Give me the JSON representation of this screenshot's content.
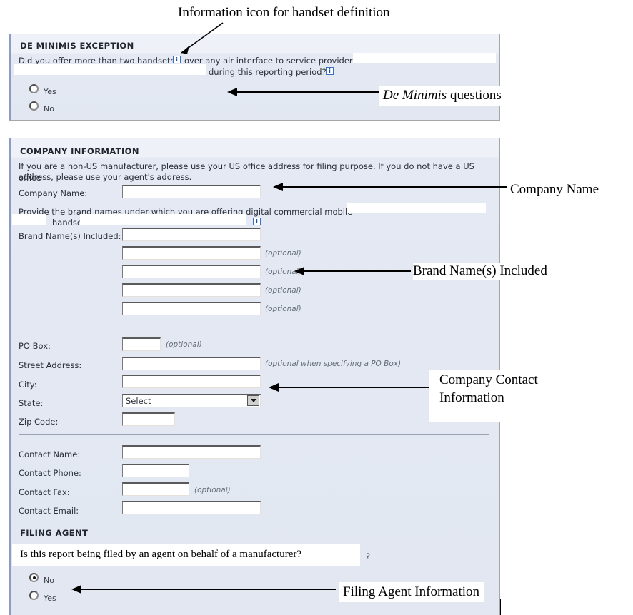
{
  "annotations": [
    {
      "id": "a1",
      "text": "Information icon for handset definition"
    },
    {
      "id": "a2",
      "text_italic": "De Minimis",
      "text_rest": " questions"
    },
    {
      "id": "a3",
      "text": "Company Name"
    },
    {
      "id": "a4",
      "text": "Brand Name(s) Included"
    },
    {
      "id": "a5",
      "line1": "Company Contact",
      "line2": "Information"
    },
    {
      "id": "a6",
      "text": "Filing Agent Information"
    }
  ],
  "de_minimis": {
    "section_title": "DE MINIMIS EXCEPTION",
    "question_part1": "Did you offer more than two handsets",
    "question_part2": "over any air interface to service providers",
    "question_part3": "during this reporting period?",
    "info_icon_1": "i",
    "info_icon_2": "i",
    "options": [
      {
        "label": "Yes",
        "selected": false
      },
      {
        "label": "No",
        "selected": false
      }
    ]
  },
  "company_information": {
    "section_title": "COMPANY INFORMATION",
    "intro_line1": "If you are a non-US manufacturer, please use your US office address for filing purpose. If you do not have a US office",
    "intro_line2": "address, please use your agent's address.",
    "company_name_label": "Company Name:",
    "company_name_value": "",
    "brand_intro_part1": "Provide the brand names under which you are offering digital commercial mobile",
    "brand_intro_part2": "handsets",
    "brand_info_icon": "i",
    "brand_label": "Brand Name(s) Included:",
    "brand_values": [
      "",
      "",
      "",
      "",
      ""
    ],
    "optional_note": "(optional)",
    "address": {
      "po_box_label": "PO Box:",
      "po_box_value": "",
      "po_box_note": "(optional)",
      "street_label": "Street Address:",
      "street_value": "",
      "street_note": "(optional when specifying a PO Box)",
      "city_label": "City:",
      "city_value": "",
      "state_label": "State:",
      "state_value": "Select",
      "zip_label": "Zip Code:",
      "zip_value": ""
    },
    "contact": {
      "name_label": "Contact Name:",
      "name_value": "",
      "phone_label": "Contact Phone:",
      "phone_value": "",
      "fax_label": "Contact Fax:",
      "fax_value": "",
      "fax_note": "(optional)",
      "email_label": "Contact Email:",
      "email_value": ""
    }
  },
  "filing_agent": {
    "section_title": "FILING AGENT",
    "question": "Is this report being filed by an agent on behalf of a manufacturer?",
    "question_tail": "?",
    "options": [
      {
        "label": "No",
        "selected": true
      },
      {
        "label": "Yes",
        "selected": false
      }
    ]
  },
  "colors": {
    "panel_bg": "#e3e8f2",
    "panel_accent": "#8e9bc4",
    "panel_border": "#a6a6a6",
    "info_icon_border": "#3d6fc4",
    "divider": "#9aa2b5"
  }
}
